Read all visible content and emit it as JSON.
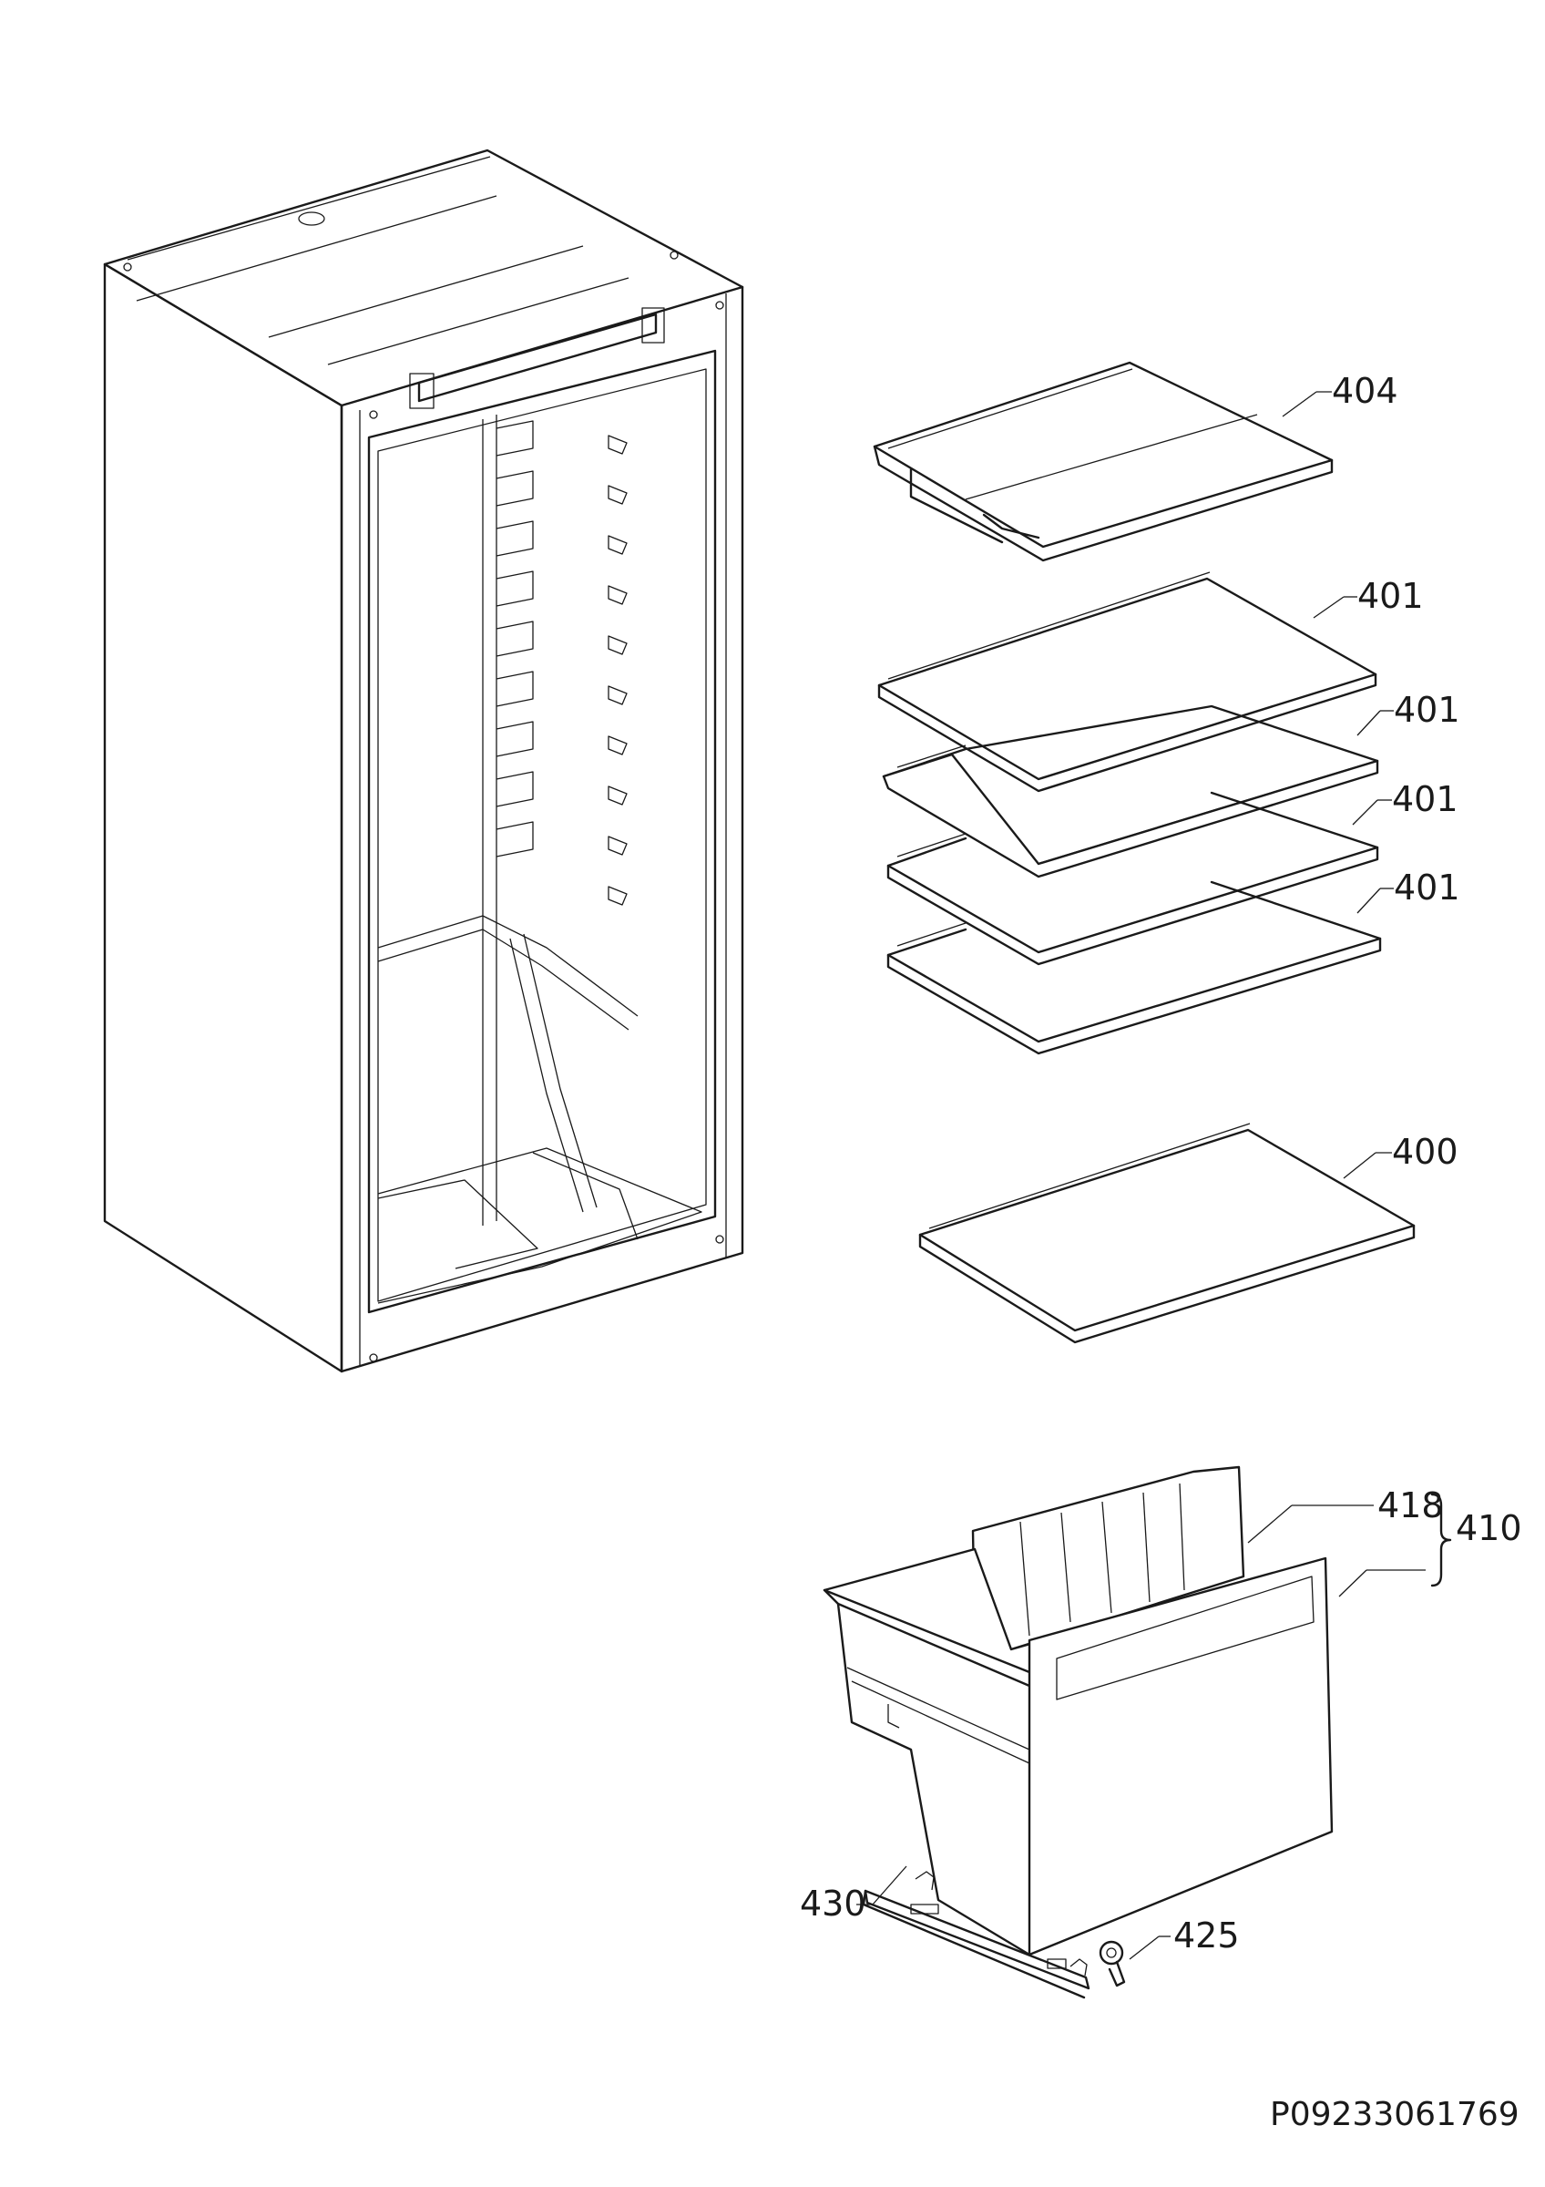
{
  "drawing": {
    "part_labels": {
      "p404": "404",
      "p401a": "401",
      "p401b": "401",
      "p401c": "401",
      "p401d": "401",
      "p400": "400",
      "p418": "418",
      "p410": "410",
      "p430": "430",
      "p425": "425"
    },
    "document_code": "P09233061769"
  }
}
